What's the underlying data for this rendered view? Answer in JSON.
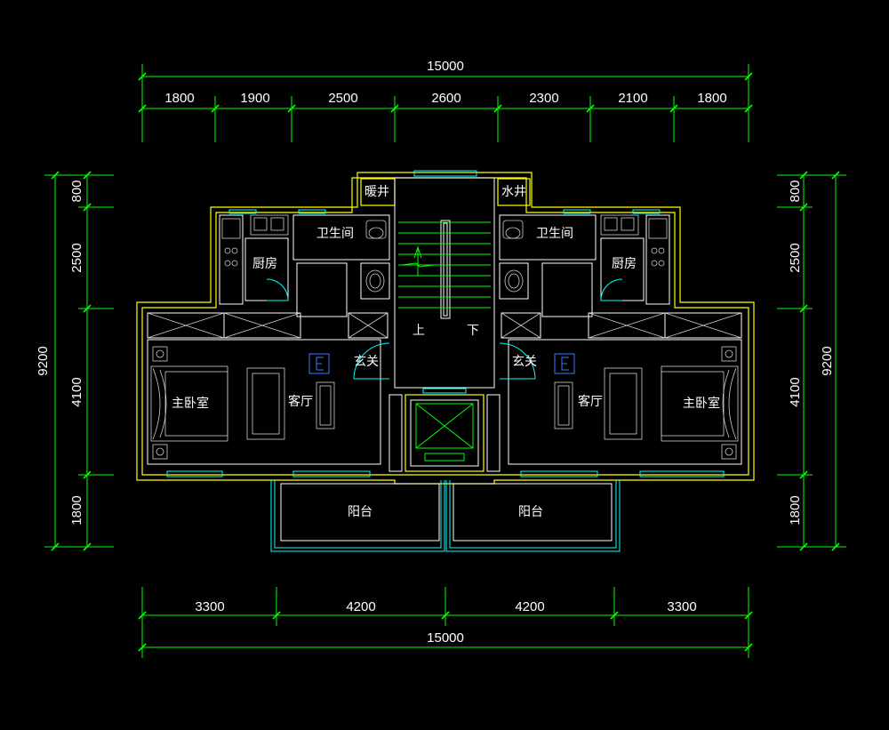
{
  "dimensions": {
    "top_total": "15000",
    "top_segments": [
      "1800",
      "1900",
      "2500",
      "2600",
      "2300",
      "2100",
      "1800"
    ],
    "bottom_total": "15000",
    "bottom_segments": [
      "3300",
      "4200",
      "4200",
      "3300"
    ],
    "left_total": "9200",
    "left_segments": [
      "800",
      "2500",
      "4100",
      "1800"
    ],
    "right_total": "9200",
    "right_segments": [
      "800",
      "2500",
      "4100",
      "1800"
    ]
  },
  "rooms": {
    "heating_shaft": "暖井",
    "water_shaft": "水井",
    "bathroom_left": "卫生间",
    "bathroom_right": "卫生间",
    "kitchen_left": "厨房",
    "kitchen_right": "厨房",
    "stair_up": "上",
    "stair_down": "下",
    "foyer_left": "玄关",
    "foyer_right": "玄关",
    "master_bedroom_left": "主卧室",
    "master_bedroom_right": "主卧室",
    "living_left": "客厅",
    "living_right": "客厅",
    "balcony_left": "阳台",
    "balcony_right": "阳台"
  },
  "colors": {
    "background": "#000000",
    "dimension": "#00ff00",
    "walls": "#ffff00",
    "windows": "#00ffff",
    "furniture": "#ffffff",
    "electric_panel": "#3a7bff"
  }
}
